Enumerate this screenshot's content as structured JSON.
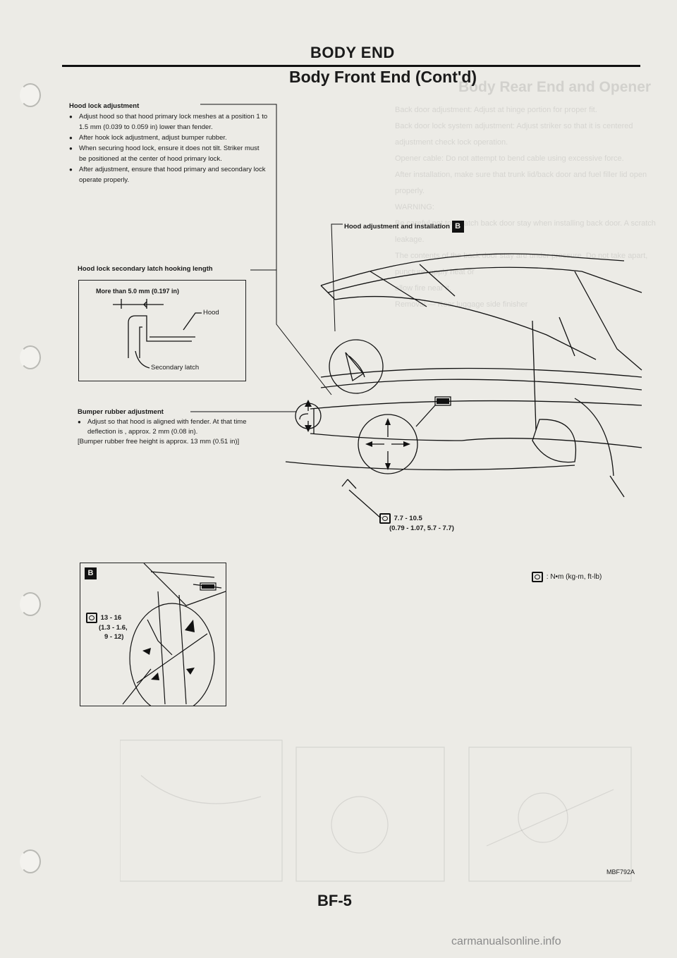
{
  "header": {
    "section": "BODY END",
    "subtitle": "Body Front End (Cont'd)"
  },
  "hood_lock": {
    "heading": "Hood lock adjustment",
    "bullets": [
      "Adjust hood so that hood primary lock meshes at a position 1 to 1.5 mm (0.039 to 0.059 in) lower than fender.",
      "After hook lock adjustment, adjust bumper rubber.",
      "When securing hood lock, ensure it does not tilt. Striker must be positioned at the center of hood primary lock.",
      "After adjustment, ensure that hood primary and secondary lock operate properly."
    ]
  },
  "latch": {
    "heading": "Hood lock secondary latch hooking length",
    "box_title": "More than 5.0 mm (0.197 in)",
    "hood_label": "Hood",
    "secondary_label": "Secondary latch"
  },
  "bumper": {
    "heading": "Bumper rubber adjustment",
    "bullet": "Adjust so that hood is aligned with fender. At that time deflection is , approx. 2 mm (0.08 in).",
    "note": "[Bumper rubber free height is approx. 13 mm (0.51 in)]"
  },
  "main_figure": {
    "label": "Hood adjustment and installation",
    "badge": "B",
    "torque_line1": "7.7 - 10.5",
    "torque_line2": "(0.79 - 1.07, 5.7 - 7.7)"
  },
  "inset_b": {
    "badge": "B",
    "torque_line1": "13 - 16",
    "torque_line2": "(1.3 - 1.6,",
    "torque_line3": "9 - 12)"
  },
  "legend": {
    "text": ": N•m (kg-m, ft-lb)"
  },
  "footer": {
    "ref_code": "MBF792A",
    "page_number": "BF-5",
    "watermark": "carmanualsonline.info"
  },
  "ghost_text": {
    "title": "Body Rear End and Opener",
    "lines": [
      "Back door adjustment: Adjust at hinge portion for proper fit.",
      "Back door lock system adjustment: Adjust striker so that it is centered",
      "adjustment check lock operation.",
      "Opener cable: Do not attempt to bend cable using excessive force.",
      "After installation, make sure that trunk lid/back door and fuel filler lid open properly.",
      "WARNING:",
      "Be careful not to scratch back door stay when installing back door. A scratch",
      "leakage.",
      "The contents of the back door stay are under pressure. Do not take apart, puncture, apply heat or",
      "allow fire near it.",
      "Removal — Rear luggage side finisher"
    ]
  },
  "colors": {
    "paper": "#ecebe6",
    "ink": "#1a1a1a"
  }
}
